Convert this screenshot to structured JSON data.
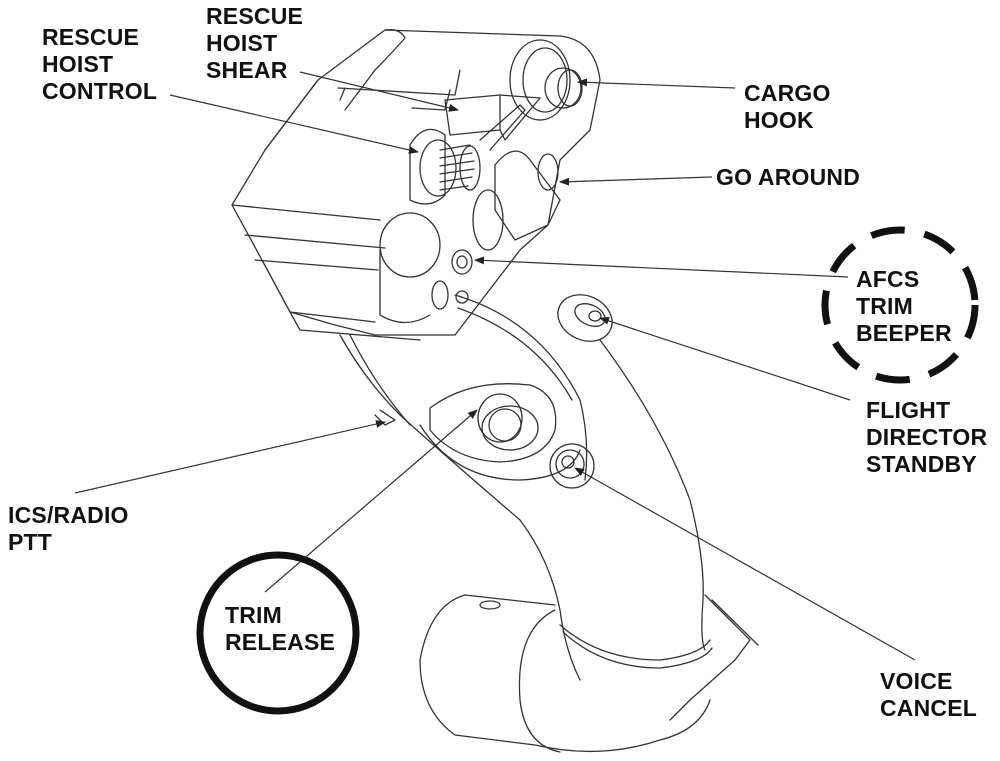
{
  "diagram": {
    "subject": "Cyclic stick grip",
    "colors": {
      "ink": "#111111",
      "line": "#333333",
      "background": "#ffffff"
    },
    "labels": [
      {
        "id": "rescue-hoist-control",
        "lines": [
          "RESCUE",
          "HOIST",
          "CONTROL"
        ],
        "highlight": "none"
      },
      {
        "id": "rescue-hoist-shear",
        "lines": [
          "RESCUE",
          "HOIST",
          "SHEAR"
        ],
        "highlight": "none"
      },
      {
        "id": "cargo-hook",
        "lines": [
          "CARGO",
          "HOOK"
        ],
        "highlight": "none"
      },
      {
        "id": "go-around",
        "lines": [
          "GO AROUND"
        ],
        "highlight": "none"
      },
      {
        "id": "afcs-trim-beeper",
        "lines": [
          "AFCS",
          "TRIM",
          "BEEPER"
        ],
        "highlight": "dashed-circle"
      },
      {
        "id": "flight-director-standby",
        "lines": [
          "FLIGHT",
          "DIRECTOR",
          "STANDBY"
        ],
        "highlight": "none"
      },
      {
        "id": "ics-radio-ptt",
        "lines": [
          "ICS/RADIO",
          "PTT"
        ],
        "highlight": "none"
      },
      {
        "id": "trim-release",
        "lines": [
          "TRIM",
          "RELEASE"
        ],
        "highlight": "solid-circle"
      },
      {
        "id": "voice-cancel",
        "lines": [
          "VOICE",
          "CANCEL"
        ],
        "highlight": "none"
      }
    ]
  }
}
